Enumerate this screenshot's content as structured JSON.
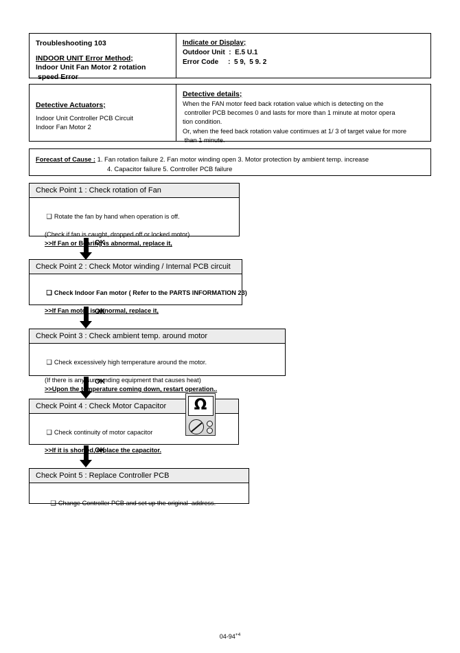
{
  "header": {
    "troubleshooting_no": "Troubleshooting 103",
    "error_method_title": "INDOOR UNIT Error Method;",
    "error_method_line1": "Indoor Unit Fan Motor 2 rotation",
    "error_method_line2": "speed Error",
    "indicate_title": "Indicate or Display;",
    "outdoor_unit": "Outdoor Unit  :  E.5 U.1",
    "error_code": "Error Code     :  5 9,  5 9. 2"
  },
  "detective": {
    "actuators_title": "Detective Actuators;",
    "actuators": [
      "Indoor Unit Controller PCB Circuit",
      "Indoor Fan Motor 2"
    ],
    "details_title": "Detective details;",
    "details_lines": [
      "When the FAN motor feed back rotation value which is detecting on the",
      " controller PCB becomes 0 and lasts for more than 1 minute at motor opera",
      "tion condition.",
      "Or, when the feed back rotation value contimues at 1/ 3 of target value for more",
      " than 1 minute."
    ]
  },
  "forecast": {
    "label": "Forecast of  Cause :",
    "line1": " 1. Fan rotation failure  2. Fan motor winding open  3. Motor protection by ambient temp. increase",
    "line2": "4. Capacitor failure  5. Controller PCB failure"
  },
  "checkpoints": [
    {
      "heading": "Check Point 1 : Check rotation of Fan",
      "lines": [
        {
          "text": "Rotate the fan by hand when operation is off.",
          "style": "bullet"
        },
        {
          "text": "(Check if fan is caught, dropped off or locked motor)",
          "style": "plain"
        },
        {
          "text": ">>If Fan or Bearing is abnormal, replace it,",
          "style": "underline"
        }
      ]
    },
    {
      "heading": "Check Point 2 : Check Motor winding / Internal PCB circuit",
      "lines": [
        {
          "text": "Check Indoor Fan motor ( Refer to the PARTS INFORMATION 23)",
          "style": "bullet-bold"
        },
        {
          "text": ">>If Fan motor is abnormal, replace it,",
          "style": "underline"
        }
      ]
    },
    {
      "heading": "Check Point 3 : Check ambient temp. around motor",
      "lines": [
        {
          "text": "Check excessively high temperature around the motor.",
          "style": "bullet"
        },
        {
          "text": "(If there is any surrounding equipment that causes heat)",
          "style": "plain"
        },
        {
          "text": ">>Upon the temperature coming down, restart operation..",
          "style": "underline"
        }
      ]
    },
    {
      "heading": "Check Point 4 : Check Motor Capacitor",
      "lines": [
        {
          "text": "Check continuity of motor capacitor",
          "style": "bullet"
        },
        {
          "text": ">>If it is shorted, replace the capacitor.",
          "style": "underline"
        }
      ]
    },
    {
      "heading": "Check Point 5 : Replace Controller PCB",
      "lines": [
        {
          "text": "Change Controller PCB and set up the original  address.",
          "style": "bullet"
        }
      ]
    }
  ],
  "arrows": [
    {
      "label": "OK"
    },
    {
      "label": "OK"
    },
    {
      "label": "OK"
    },
    {
      "label": "OK"
    }
  ],
  "meter_icon": {
    "symbol": "Ω",
    "name": "multimeter-ohm-icon"
  },
  "footer": {
    "page_number": "04-94",
    "page_suffix": "+4"
  },
  "checkbox_glyph": "❑"
}
